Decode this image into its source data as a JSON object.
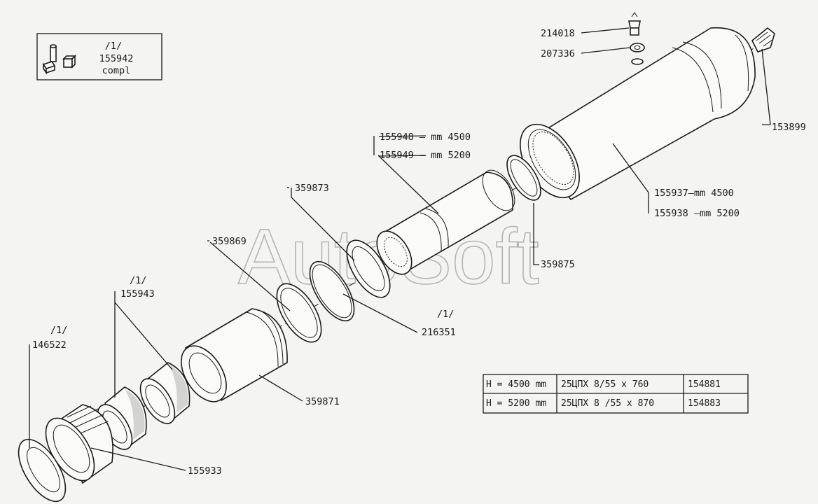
{
  "watermark": "AutoSoft",
  "kit_box": {
    "note": "/1/",
    "number": "155942",
    "suffix": "compl"
  },
  "labels": {
    "p214018": "214018",
    "p207336": "207336",
    "p153899": "153899",
    "p155948": "155948 — mm 4500",
    "p155949": "155949 — mm 5200",
    "p155937": "155937—mm 4500",
    "p155938": "155938 —mm 5200",
    "p359873": "359873",
    "p359869": "359869",
    "p359875": "359875",
    "p216351_note": "/1/",
    "p216351": "216351",
    "p155943_note": "/1/",
    "p155943": "155943",
    "p146522_note": "/1/",
    "p146522": "146522",
    "p359871": "359871",
    "p155933": "155933"
  },
  "spec_table": {
    "rows": [
      {
        "height": "H = 4500 mm",
        "cylinder": "25ЦПХ 8/55 x 760",
        "code": "154881"
      },
      {
        "height": "H = 5200 mm",
        "cylinder": "25ЦПХ 8 /55 x 870",
        "code": "154883"
      }
    ]
  }
}
